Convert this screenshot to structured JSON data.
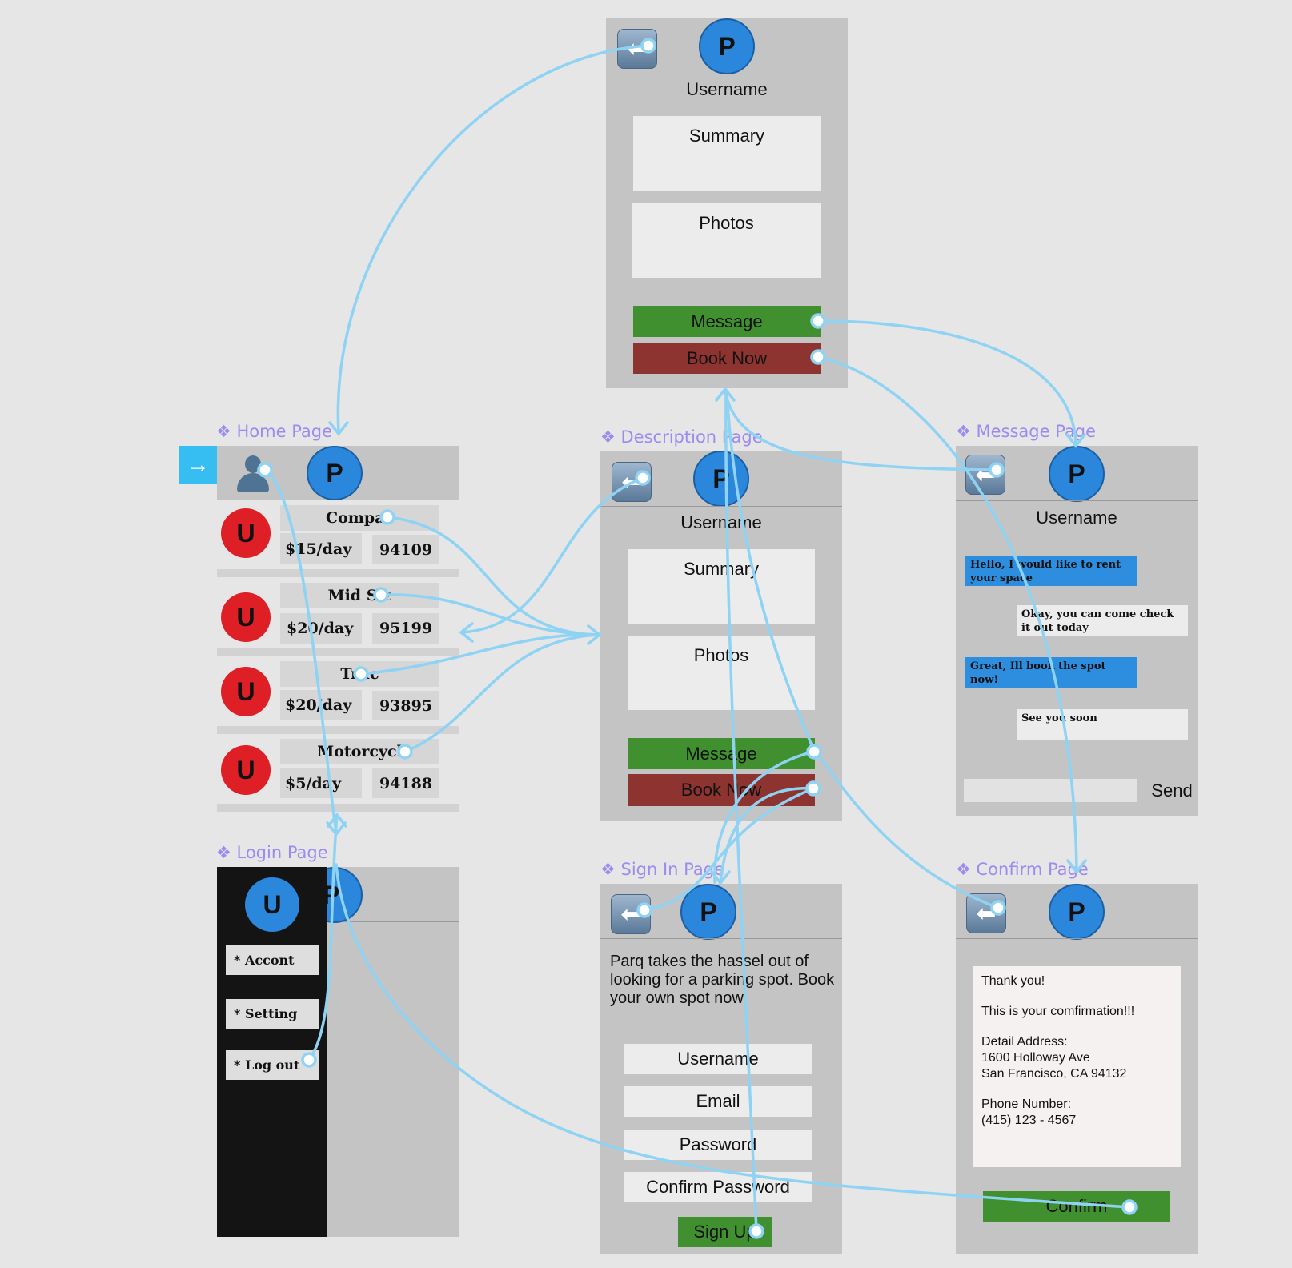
{
  "labels": {
    "home": "❖ Home Page",
    "description": "❖ Description Page",
    "message": "❖ Message Page",
    "login": "❖ Login Page",
    "signin": "❖ Sign In Page",
    "confirm": "❖ Confirm Page"
  },
  "logo_letter": "P",
  "user_letter": "U",
  "top_page": {
    "username": "Username",
    "summary": "Summary",
    "photos": "Photos",
    "message_btn": "Message",
    "book_btn": "Book Now"
  },
  "home_page": {
    "listings": [
      {
        "name": "Compac",
        "price": "$15/day",
        "zip": "94109"
      },
      {
        "name": "Mid Siz",
        "price": "$20/day",
        "zip": "95199"
      },
      {
        "name": "Truc",
        "price": "$20/day",
        "zip": "93895"
      },
      {
        "name": "Motorcycl",
        "price": "$5/day",
        "zip": "94188"
      }
    ]
  },
  "description_page": {
    "username": "Username",
    "summary": "Summary",
    "photos": "Photos",
    "message_btn": "Message",
    "book_btn": "Book Now"
  },
  "message_page": {
    "username": "Username",
    "messages": [
      "Hello,  I would like to rent your space",
      "Okay, you can come check it out today",
      "Great, Ill book the spot now!",
      "See you soon"
    ],
    "send": "Send"
  },
  "login_page": {
    "menu": [
      "* Accont",
      "* Setting",
      "* Log out"
    ]
  },
  "signin_page": {
    "tagline": "Parq takes the hassel out of looking for a parking spot. Book your own spot now!",
    "fields": [
      "Username",
      "Email",
      "Password",
      "Confirm Password"
    ],
    "signup": "Sign Up"
  },
  "confirm_page": {
    "thanks": "Thank you!",
    "confirmation": "This is your comfirmation!!!",
    "address_label": "Detail Address:",
    "address_line1": "1600 Holloway Ave",
    "address_line2": "San Francisco, CA  94132",
    "phone_label": "Phone Number:",
    "phone": "(415) 123 - 4567",
    "confirm_btn": "Confirm"
  },
  "colors": {
    "background": "#e6e6e6",
    "frame": "#c4c4c4",
    "link": "#8fd3f4",
    "label": "#9b8cf0",
    "logo_blue": "#2a87dc",
    "user_red": "#df1f26",
    "green": "#41902f",
    "red": "#8d3431",
    "chat_blue": "#2d8ee0"
  },
  "icons": [
    "back-arrow-icon",
    "user-silhouette-icon",
    "enter-arrow-icon"
  ]
}
